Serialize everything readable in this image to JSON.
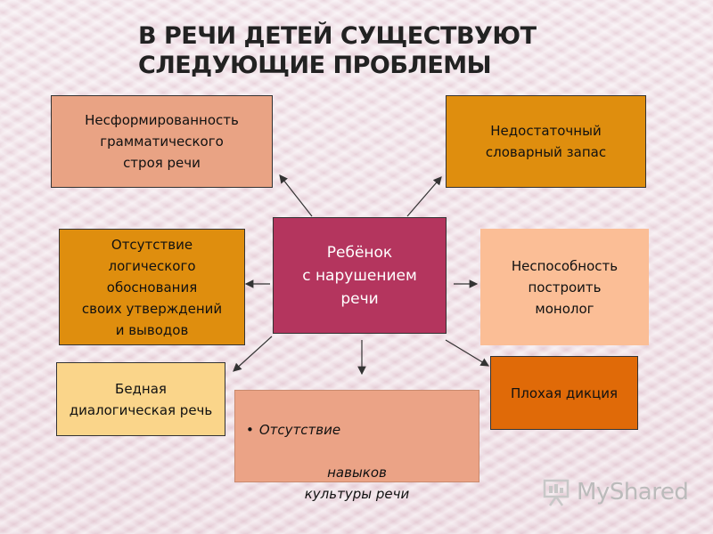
{
  "title": "В РЕЧИ ДЕТЕЙ СУЩЕСТВУЮТ СЛЕДУЮЩИЕ ПРОБЛЕМЫ",
  "center": "Ребёнок\nс нарушением\nречи",
  "nodes": {
    "grammar": "Несформированность\nграмматического\nстроя речи",
    "vocabulary": "Недостаточный\nсловарный запас",
    "logic": "Отсутствие\nлогического\nобоснования\nсвоих утверждений\nи выводов",
    "monologue": "Неспособность\nпостроить\nмонолог",
    "dialogue": "Бедная\nдиалогическая речь",
    "culture_line1": "Отсутствие",
    "culture_rest": "навыков\nкультуры речи",
    "diction": "Плохая дикция"
  },
  "colors": {
    "center": "#b4355e",
    "salmon": "#e9a384",
    "orange": "#df8e0e",
    "peach": "#fbbe96",
    "yellow": "#fad58a",
    "dark_orange": "#e06a08"
  },
  "logo": {
    "text": "MyShared",
    "icon": "presentation-board-icon"
  }
}
